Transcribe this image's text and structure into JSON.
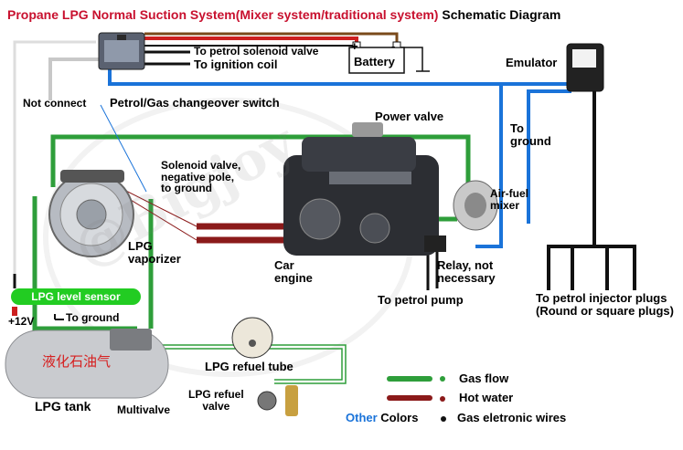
{
  "title": {
    "main": "Propane LPG  Normal Suction System(Mixer system/traditional system)",
    "suffix": " Schematic Diagram"
  },
  "labels": {
    "petrol_solenoid": "To petrol solenoid valve",
    "ignition_coil": "To ignition coil",
    "battery": "Battery",
    "battery_plus": "+",
    "battery_minus": "-",
    "emulator": "Emulator",
    "not_connect": "Not connect",
    "changeover_switch": "Petrol/Gas changeover switch",
    "power_valve": "Power valve",
    "to_ground_right": "To\nground",
    "solenoid_note": "Solenoid valve,\nnegative pole,\nto ground",
    "air_fuel_mixer": "Air-fuel\nmixer",
    "lpg_vaporizer": "LPG\nvaporizer",
    "car_engine": "Car\nengine",
    "relay": "Relay, not\nnecessary",
    "petrol_pump": "To petrol pump",
    "injector_plugs": "To petrol injector plugs\n(Round or square plugs)",
    "level_sensor": "LPG level sensor",
    "plus12v": "+12V",
    "to_ground_left": "To ground",
    "tank_text": "液化石油气",
    "refuel_tube": "LPG refuel tube",
    "refuel_valve": "LPG refuel\nvalve",
    "lpg_tank": "LPG tank",
    "multivalve": "Multivalve",
    "watermark": "@Bigjoy"
  },
  "legend": {
    "gas_flow": "Gas flow",
    "hot_water": "Hot water",
    "other": "Other",
    "colors": " Colors",
    "electronic_wires": "Gas eletronic wires"
  },
  "colors": {
    "gas": "#2e9e3a",
    "water": "#8b1a1a",
    "wire_blue": "#1a73d9",
    "wire_red": "#cc1f1f",
    "wire_brown": "#7a4a1a",
    "title_red": "#c8102e"
  }
}
